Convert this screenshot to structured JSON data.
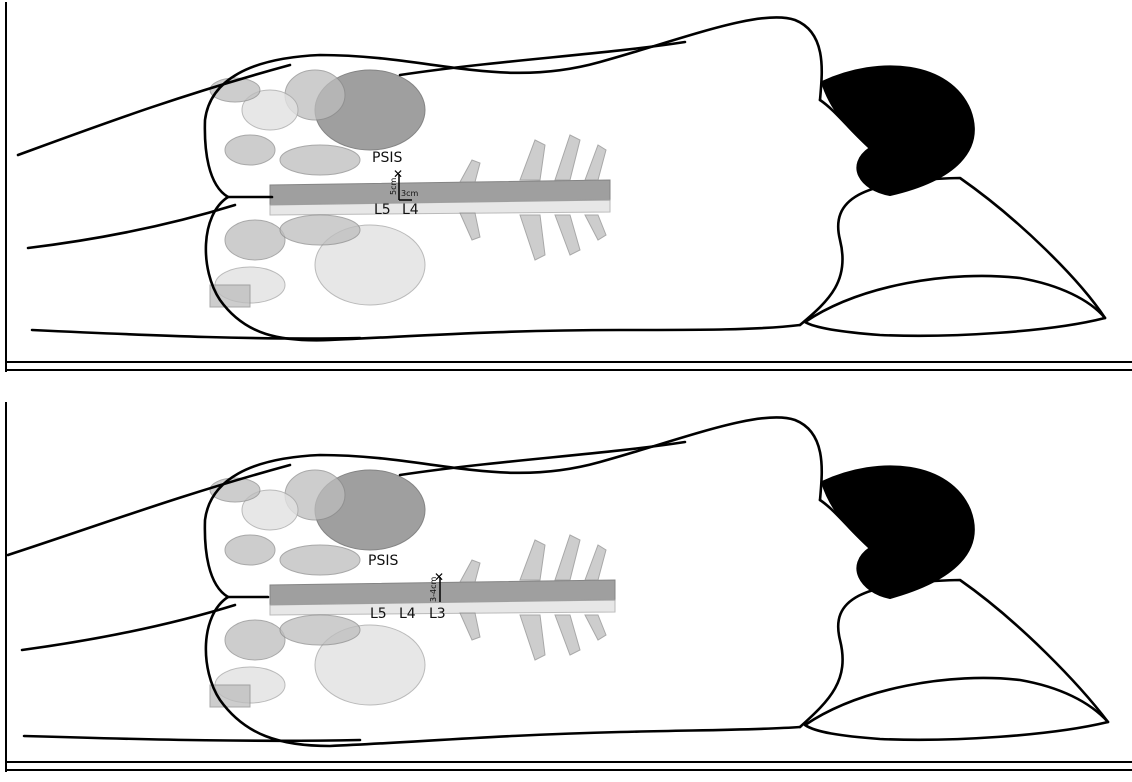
{
  "panels": [
    {
      "id": "top",
      "labels": {
        "psis": "PSIS",
        "vert_1": "L5",
        "vert_2": "L4",
        "vert_3": "",
        "dist_vertical": "5cm",
        "dist_horizontal": "3cm"
      }
    },
    {
      "id": "bottom",
      "labels": {
        "psis": "PSIS",
        "vert_1": "L5",
        "vert_2": "L4",
        "vert_3": "L3",
        "dist_vertical": "3-4cm",
        "dist_horizontal": ""
      }
    }
  ],
  "colors": {
    "outline": "#000000",
    "bone": "#bdbdbd",
    "head": "#000000",
    "background": "#ffffff"
  }
}
